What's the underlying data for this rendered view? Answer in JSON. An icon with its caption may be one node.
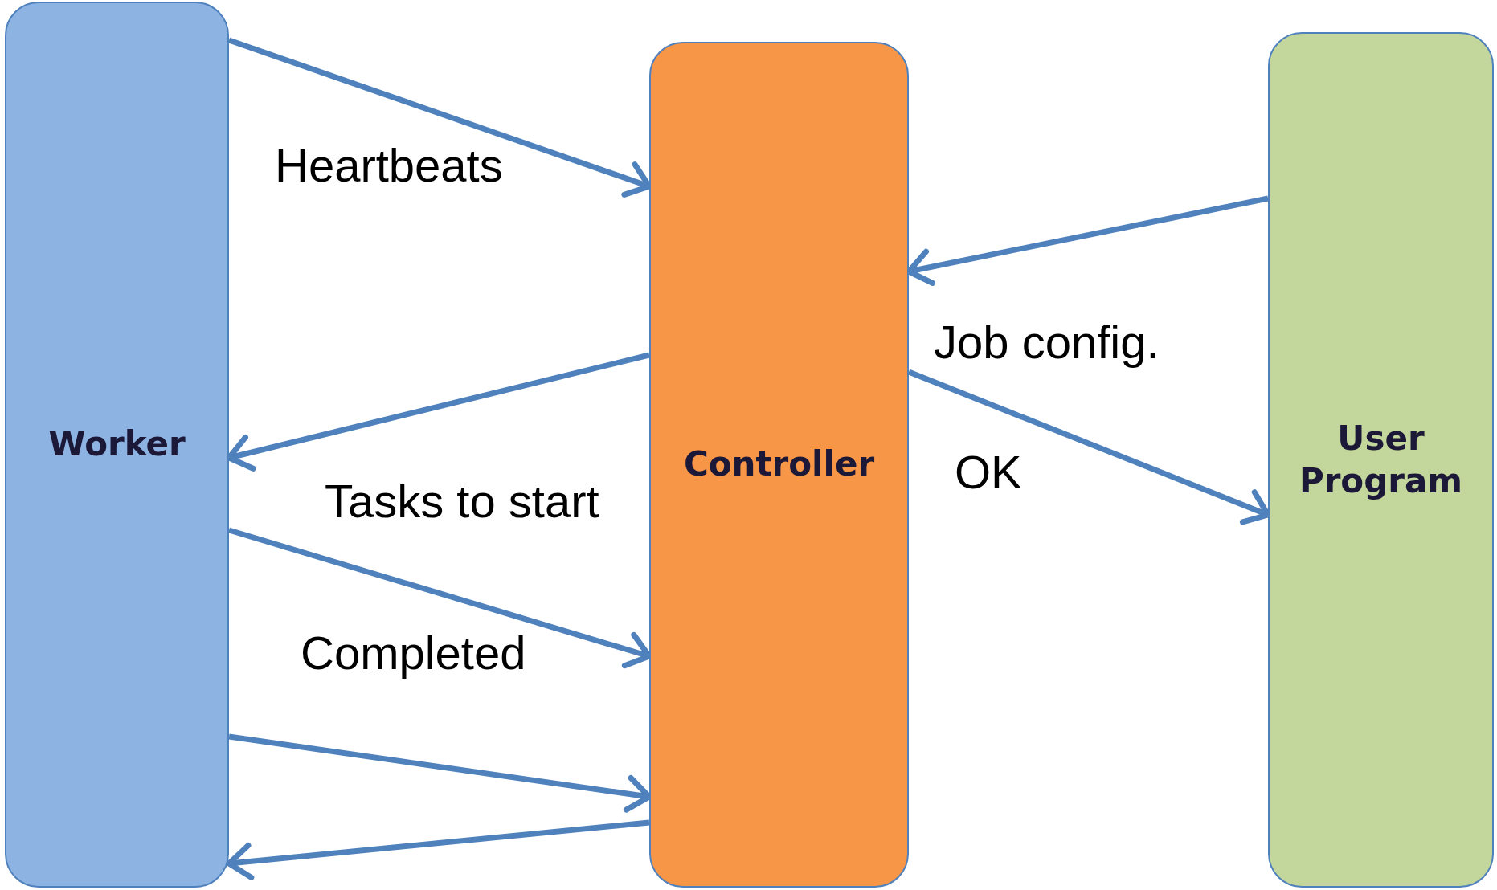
{
  "diagram": {
    "nodes": [
      {
        "text": [
          "Worker"
        ]
      },
      {
        "text": [
          "Controller"
        ]
      },
      {
        "text": [
          "User Program"
        ]
      }
    ],
    "edges": [
      {
        "from": 0,
        "to": 1,
        "arrow": "to",
        "label": "Heartbeats"
      },
      {
        "from": 2,
        "to": 1,
        "arrow": "to",
        "label": "Job config."
      },
      {
        "from": 1,
        "to": 2,
        "arrow": "to",
        "label": "OK"
      },
      {
        "from": 1,
        "to": 0,
        "arrow": "to",
        "label": "Tasks to start"
      },
      {
        "from": 0,
        "to": 1,
        "arrow": "to",
        "label": "Completed"
      },
      {
        "from": 0,
        "to": 1,
        "arrow": "to"
      },
      {
        "from": 1,
        "to": 0,
        "arrow": "to"
      }
    ]
  }
}
